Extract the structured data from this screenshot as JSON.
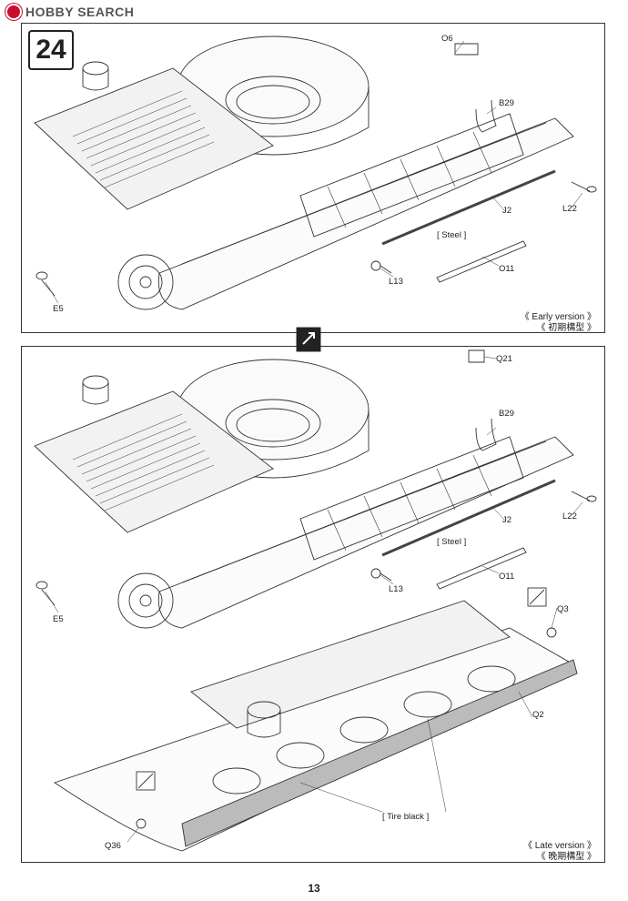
{
  "header": {
    "logo_text": "HOBBY SEARCH"
  },
  "step": {
    "number": "24"
  },
  "early": {
    "parts": {
      "o6": "O6",
      "b29": "B29",
      "l22": "L22",
      "j2": "J2",
      "steel": "[ Steel ]",
      "o11": "O11",
      "l13": "L13",
      "e5": "E5"
    },
    "version_en": "《 Early version 》",
    "version_jp": "《 初期構型 》"
  },
  "late": {
    "parts": {
      "q21": "Q21",
      "b29": "B29",
      "l22": "L22",
      "j2": "J2",
      "steel": "[ Steel ]",
      "o11": "O11",
      "l13": "L13",
      "e5": "E5",
      "q3": "Q3",
      "q2": "Q2",
      "tire_black": "[ Tire black ]",
      "q36": "Q36"
    },
    "version_en": "《 Late version 》",
    "version_jp": "《 晚期構型 》"
  },
  "footer": {
    "page_number": "13"
  },
  "colors": {
    "logo_red": "#c8102e",
    "line": "#333333"
  }
}
